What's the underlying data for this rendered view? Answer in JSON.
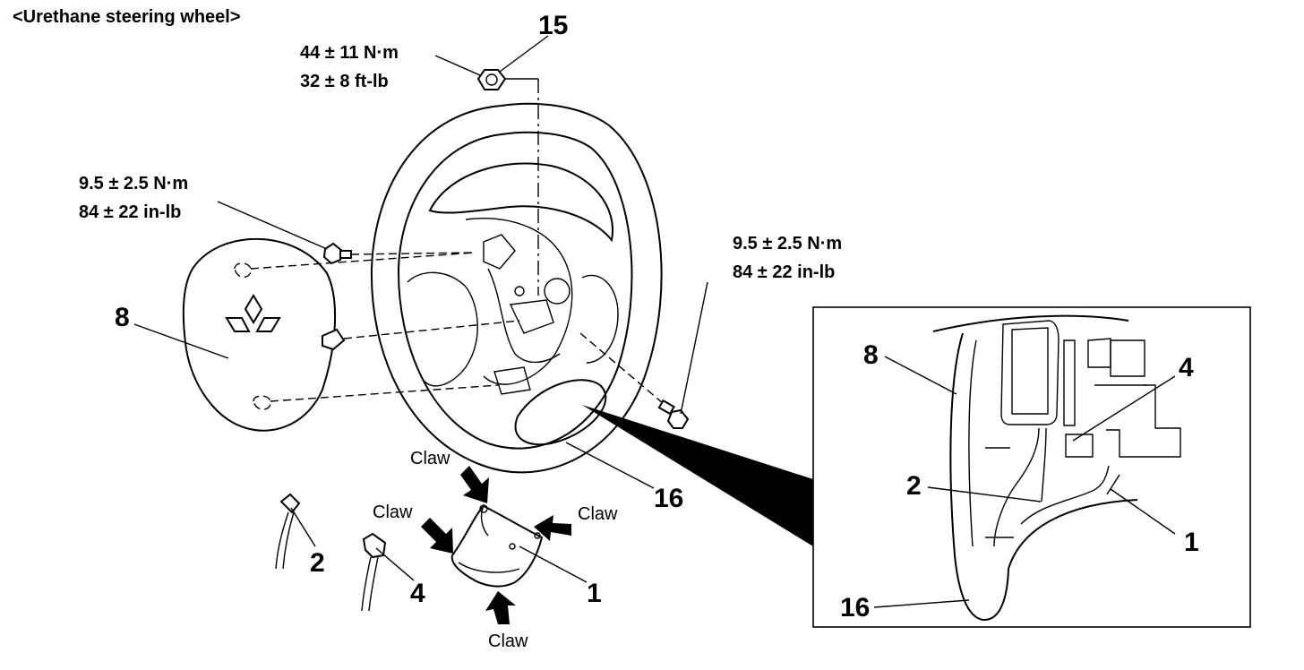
{
  "title": "<Urethane steering wheel>",
  "torque_nut": {
    "metric": "44 ± 11 N·m",
    "imperial": "32 ± 8 ft-lb"
  },
  "torque_bolt_left": {
    "metric": "9.5 ± 2.5 N·m",
    "imperial": "84 ± 22 in-lb"
  },
  "torque_bolt_right": {
    "metric": "9.5 ± 2.5 N·m",
    "imperial": "84 ± 22 in-lb"
  },
  "callouts": {
    "n15": "15",
    "n8": "8",
    "n16": "16",
    "n2": "2",
    "n4": "4",
    "n1": "1"
  },
  "claw_labels": [
    "Claw",
    "Claw",
    "Claw",
    "Claw"
  ],
  "detail": {
    "n8": "8",
    "n4": "4",
    "n2": "2",
    "n1": "1",
    "n16": "16"
  }
}
